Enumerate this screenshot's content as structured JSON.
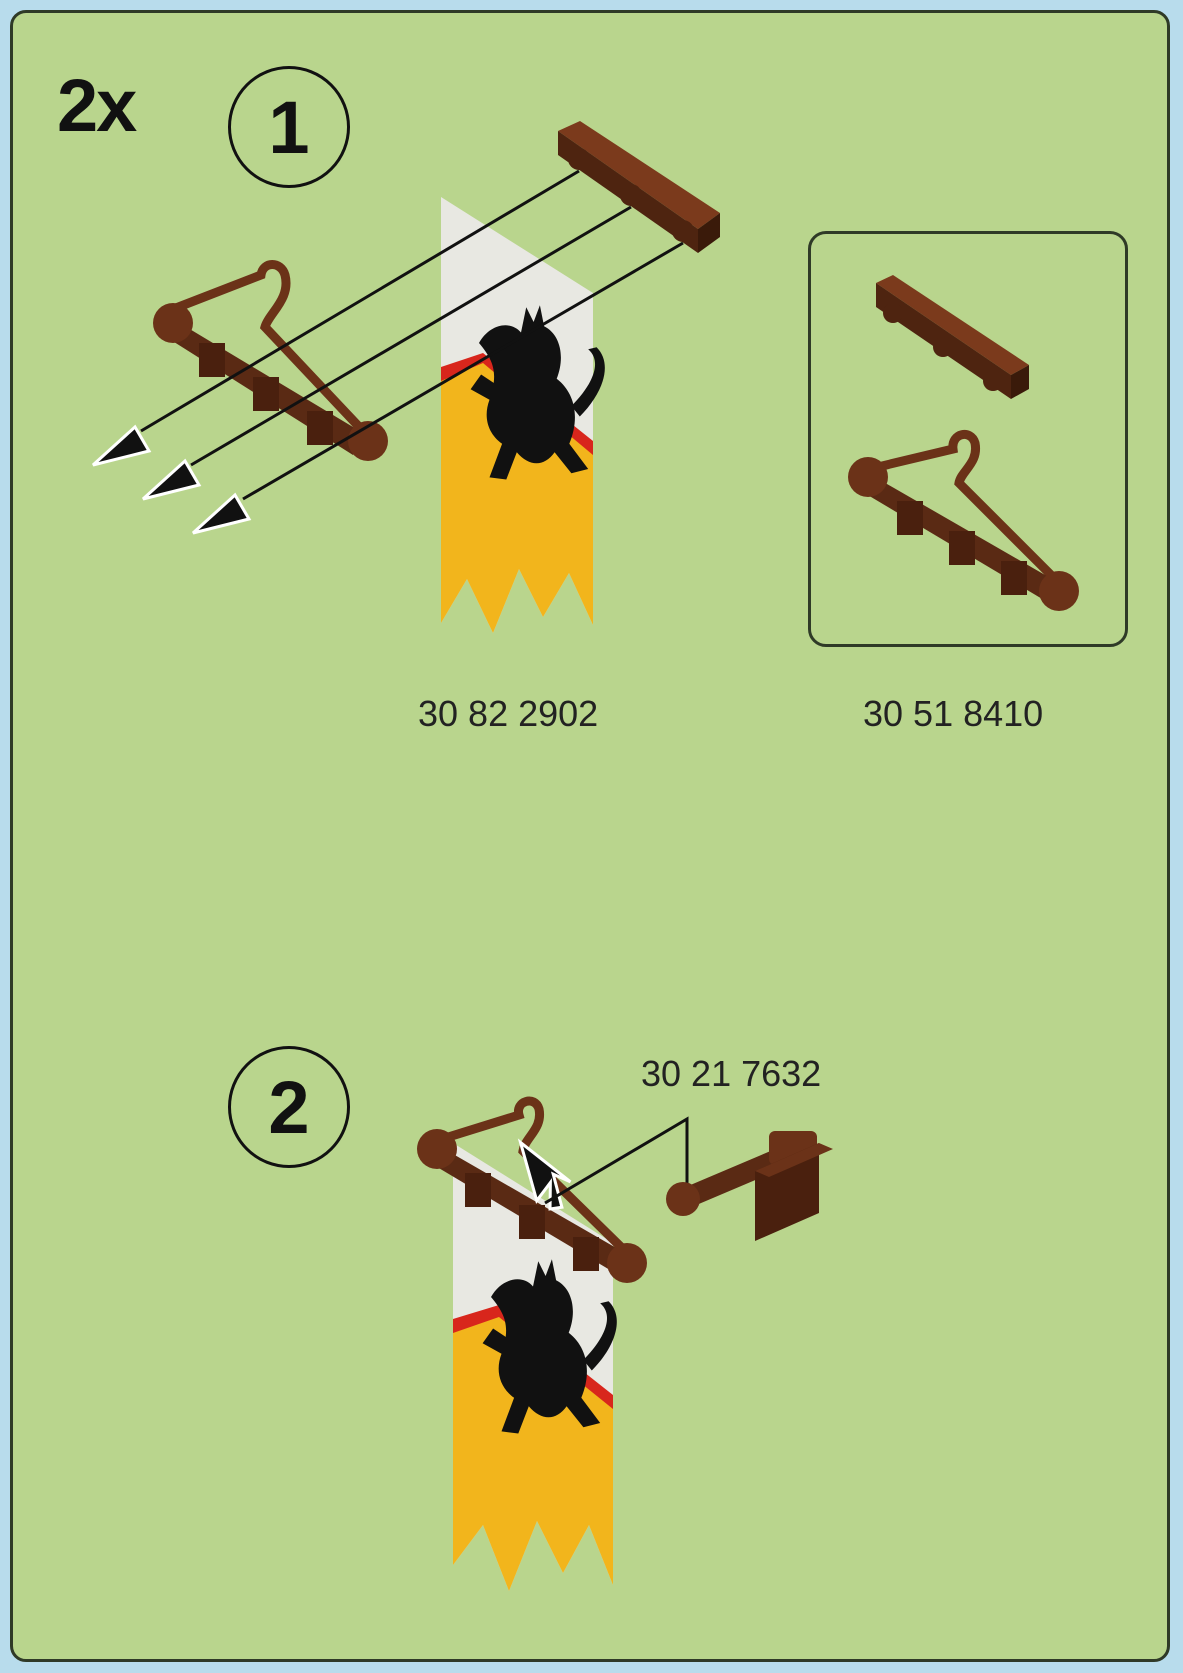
{
  "quantity_label": "2x",
  "steps": [
    {
      "number": "1",
      "part_numbers": [
        "30 82 2902",
        "30 51 8410"
      ]
    },
    {
      "number": "2",
      "part_numbers": [
        "30 21 7632"
      ]
    }
  ],
  "colors": {
    "panel_background": "#b9d58d",
    "page_background": "#b8dcec",
    "brick_brown": "#5a2a14",
    "banner_white": "#e8e8e2",
    "banner_yellow": "#f2b51c",
    "banner_red": "#d8261c",
    "lion_black": "#111111"
  },
  "icons": [
    "arrow-icon",
    "lion-rampant-icon",
    "brown-bar-holder-icon",
    "brown-plate-icon",
    "banner-flag-icon",
    "brown-clip-icon"
  ]
}
